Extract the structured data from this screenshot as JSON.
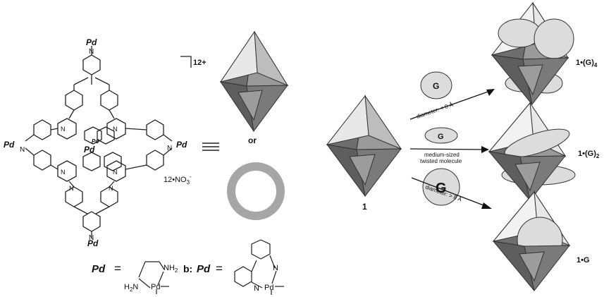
{
  "structure": {
    "pd_top": "Pd",
    "pd_left": "Pd",
    "pd_right": "Pd",
    "pd_bottom": "Pd",
    "pd_center_a": "Pd",
    "pd_center_b": "Pd",
    "charge": "12+",
    "counterion": "12•NO",
    "counterion_sub": "3",
    "counterion_sup": "-",
    "n_label": "N"
  },
  "equivalence": {
    "or_label": "or"
  },
  "ligands": {
    "pd_symbol": "Pd",
    "equals": "=",
    "nh2_top": "NH",
    "nh2_bottom": "H",
    "nh2_subscript": "2",
    "b_label": "b:",
    "n_label": "N"
  },
  "reaction": {
    "cage_label": "1",
    "guest_label": "G",
    "arrow_top_text": "diameter: < 8 Å",
    "arrow_mid_text_1": "medium-sized",
    "arrow_mid_text_2": "twisted molecule",
    "arrow_bottom_text": "diameter: > 8 Å",
    "product_top": "1•(G)",
    "product_top_sub": "4",
    "product_mid": "1•(G)",
    "product_mid_sub": "2",
    "product_bottom": "1•G"
  },
  "colors": {
    "dark_face": "#707070",
    "mid_face": "#8c8c8c",
    "light_face": "#b4b4b4",
    "guest_fill": "#dcdcdc",
    "ring": "#a6a6a6",
    "line": "#222222"
  }
}
